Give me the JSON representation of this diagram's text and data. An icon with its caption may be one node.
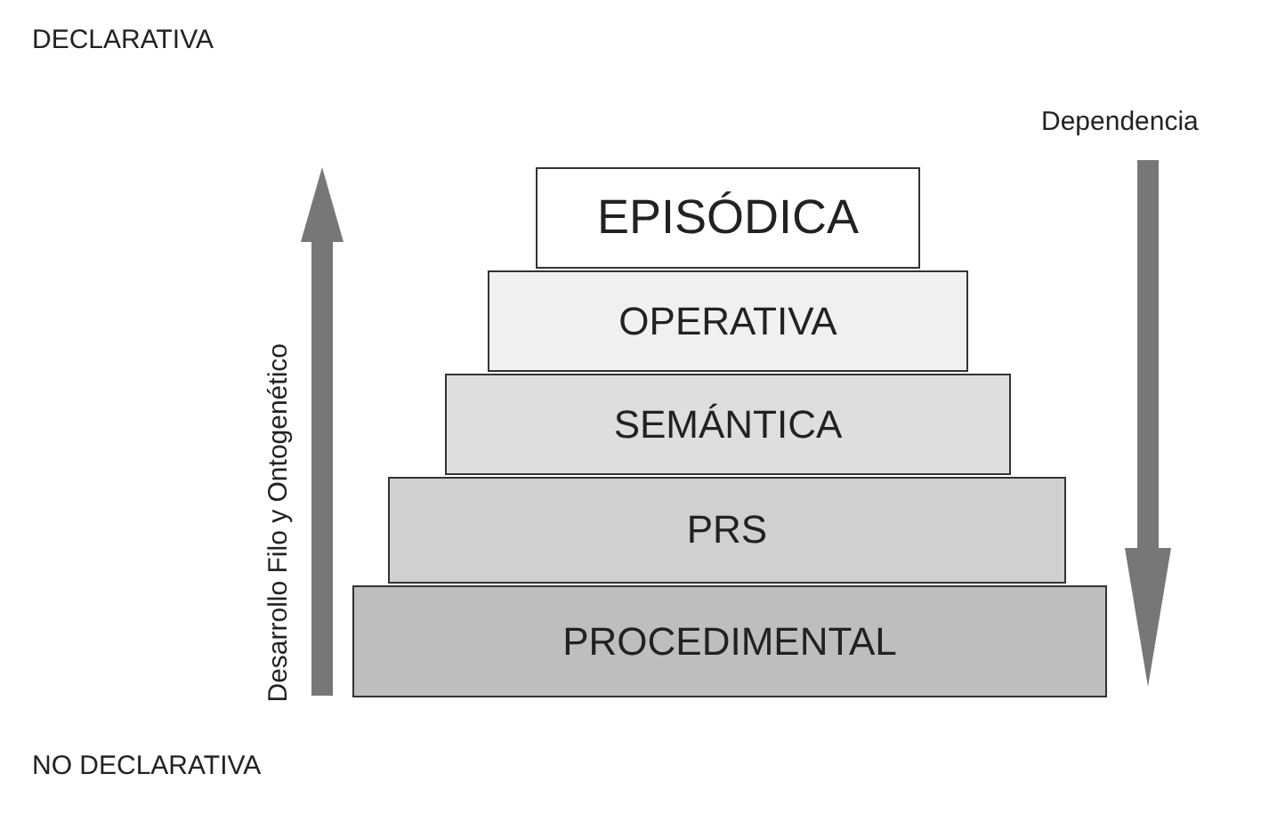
{
  "diagram": {
    "nodes": [
      {
        "text": [
          "EPISÓDICA"
        ]
      },
      {
        "text": [
          "OPERATIVA"
        ]
      },
      {
        "text": [
          "SEMÁNTICA"
        ]
      },
      {
        "text": [
          "PRS"
        ]
      },
      {
        "text": [
          "PROCEDIMENTAL"
        ]
      }
    ],
    "labels": [
      "DECLARATIVA",
      "Dependencia",
      "Desarrollo Filo y Ontogenético",
      "NO DECLARATIVA"
    ]
  }
}
